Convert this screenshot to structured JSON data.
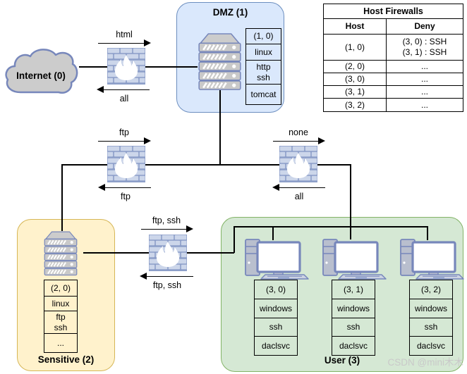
{
  "colors": {
    "dmz_fill": "#dae8fc",
    "dmz_border": "#6c8ebf",
    "sensitive_fill": "#fff2cc",
    "sensitive_border": "#d6b656",
    "user_fill": "#d5e8d4",
    "user_border": "#82b366",
    "icon_stroke": "#7787bb",
    "icon_fill": "#cccccc",
    "line": "#000000",
    "watermark_text": "#c9c9c9"
  },
  "internet": {
    "label": "Internet (0)"
  },
  "dmz": {
    "label": "DMZ (1)",
    "host": {
      "rows": [
        [
          "(1, 0)"
        ],
        [
          "linux"
        ],
        [
          "http",
          "ssh"
        ],
        [
          "tomcat"
        ]
      ]
    }
  },
  "sensitive": {
    "label": "Sensitive (2)",
    "host": {
      "rows": [
        [
          "(2, 0)"
        ],
        [
          "linux"
        ],
        [
          "ftp",
          "ssh"
        ],
        [
          "..."
        ]
      ]
    }
  },
  "user": {
    "label": "User (3)",
    "hosts": [
      {
        "rows": [
          [
            "(3, 0)"
          ],
          [
            "windows"
          ],
          [
            "ssh"
          ],
          [
            "daclsvc"
          ]
        ]
      },
      {
        "rows": [
          [
            "(3, 1)"
          ],
          [
            "windows"
          ],
          [
            "ssh"
          ],
          [
            "daclsvc"
          ]
        ]
      },
      {
        "rows": [
          [
            "(3, 2)"
          ],
          [
            "windows"
          ],
          [
            "ssh"
          ],
          [
            "daclsvc"
          ]
        ]
      }
    ]
  },
  "links": {
    "internet_dmz": {
      "forward": "html",
      "backward": "all"
    },
    "dmz_sensitive": {
      "forward": "ftp",
      "backward": "ftp"
    },
    "dmz_user": {
      "forward": "none",
      "backward": "all"
    },
    "sensitive_user": {
      "forward": "ftp, ssh",
      "backward": "ftp, ssh"
    }
  },
  "host_firewalls": {
    "title": "Host Firewalls",
    "columns": [
      "Host",
      "Deny"
    ],
    "rows": [
      {
        "host": "(1, 0)",
        "deny": [
          "(3, 0) : SSH",
          "(3, 1) : SSH"
        ]
      },
      {
        "host": "(2, 0)",
        "deny": [
          "..."
        ]
      },
      {
        "host": "(3, 0)",
        "deny": [
          "..."
        ]
      },
      {
        "host": "(3, 1)",
        "deny": [
          "..."
        ]
      },
      {
        "host": "(3, 2)",
        "deny": [
          "..."
        ]
      }
    ]
  },
  "watermark": "CSDN @mini木木"
}
